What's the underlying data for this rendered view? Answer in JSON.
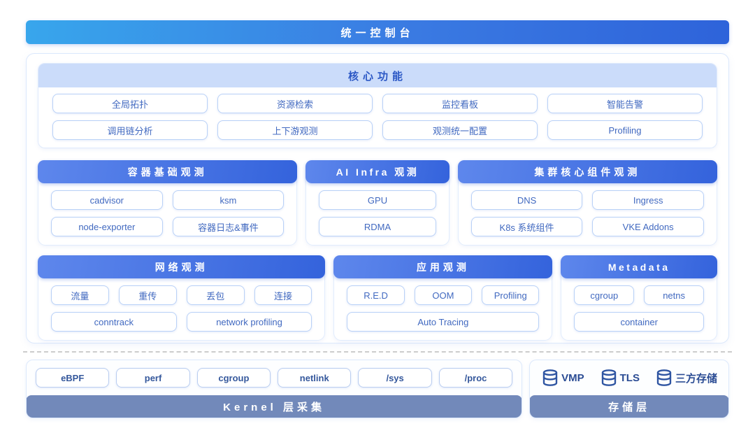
{
  "banner": {
    "title": "统一控制台"
  },
  "core": {
    "title": "核心功能",
    "items": [
      "全局拓扑",
      "资源检索",
      "监控看板",
      "智能告警",
      "调用链分析",
      "上下游观测",
      "观测统一配置",
      "Profiling"
    ]
  },
  "container_obs": {
    "title": "容器基础观测",
    "items": [
      "cadvisor",
      "ksm",
      "node-exporter",
      "容器日志&事件"
    ]
  },
  "ai_infra": {
    "title": "AI Infra 观测",
    "items": [
      "GPU",
      "RDMA"
    ]
  },
  "cluster_core": {
    "title": "集群核心组件观测",
    "items": [
      "DNS",
      "Ingress",
      "K8s 系统组件",
      "VKE Addons"
    ]
  },
  "network_obs": {
    "title": "网络观测",
    "items": [
      "流量",
      "重传",
      "丢包",
      "连接",
      "conntrack",
      "network profiling"
    ]
  },
  "app_obs": {
    "title": "应用观测",
    "items": [
      "R.E.D",
      "OOM",
      "Profiling",
      "Auto Tracing"
    ]
  },
  "metadata": {
    "title": "Metadata",
    "items": [
      "cgroup",
      "netns",
      "container"
    ]
  },
  "kernel": {
    "title": "Kernel 层采集",
    "items": [
      "eBPF",
      "perf",
      "cgroup",
      "netlink",
      "/sys",
      "/proc"
    ]
  },
  "storage": {
    "title": "存储层",
    "icon": "database-icon",
    "items": [
      "VMP",
      "TLS",
      "三方存储"
    ]
  },
  "colors": {
    "banner_gradient_start": "#38a6ec",
    "banner_gradient_end": "#2e63da",
    "section_header_start": "#5e87ec",
    "section_header_end": "#3463dc",
    "core_header_bg": "#cbdcfa",
    "core_header_text": "#2c58c5",
    "chip_border": "#b9d1f7",
    "chip_text": "#4169c0",
    "layer_footer_bg": "#7289ba",
    "database_icon": "#2f55a2",
    "divider": "#cccccc"
  }
}
